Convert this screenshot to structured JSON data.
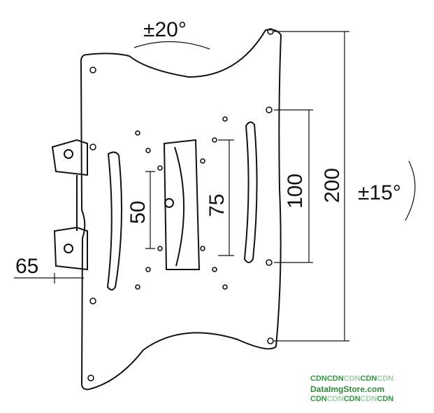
{
  "diagram": {
    "tilt_label": "±20°",
    "swivel_label": "±15°",
    "dimensions": {
      "wall_depth": "65",
      "inner_vertical_small": "50",
      "inner_vertical_medium": "75",
      "vesa_100": "100",
      "vesa_200": "200"
    }
  },
  "watermark": {
    "line1": [
      "CDN",
      "CDN",
      "CDN",
      "CDN",
      "CDN"
    ],
    "line2": "DataImgStore.com",
    "line3": [
      "CDN",
      "CDN",
      "CDN",
      "CDN",
      "CDN"
    ]
  }
}
